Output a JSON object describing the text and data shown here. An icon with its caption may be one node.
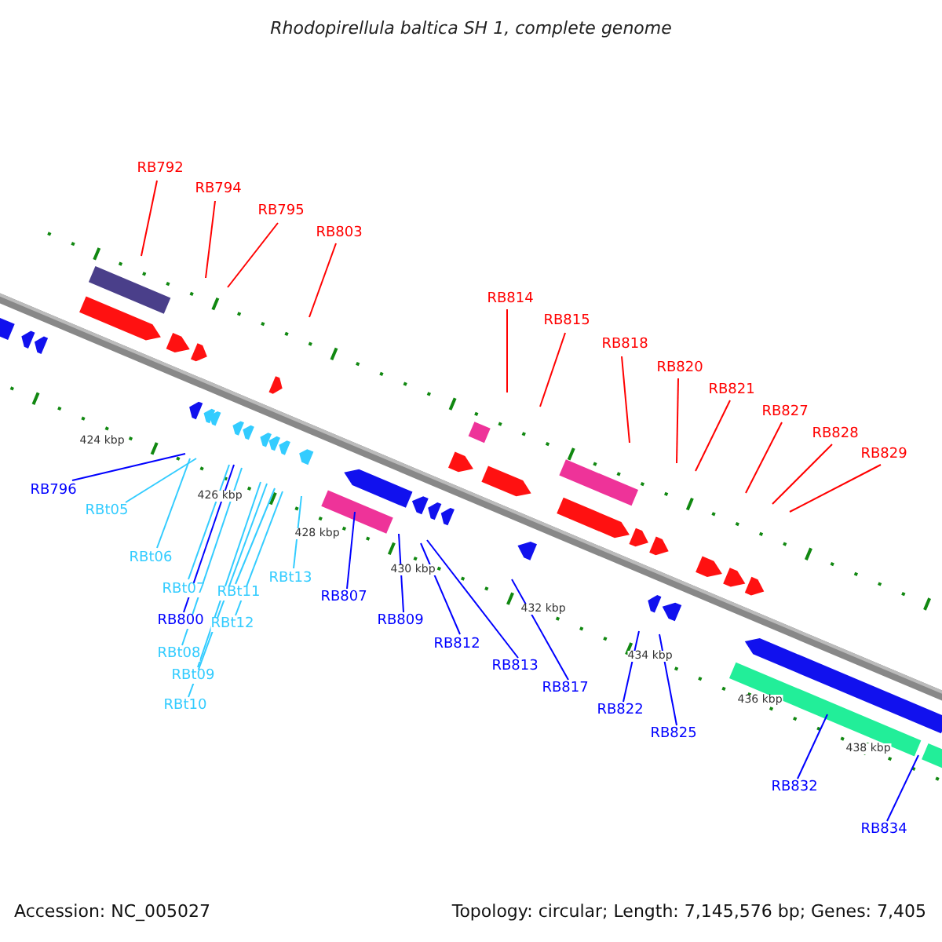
{
  "diagram": {
    "title": "Rhodopirellula baltica SH 1, complete genome",
    "nodes": [
      {
        "text": [
          "RB792"
        ]
      },
      {
        "text": [
          "RB794"
        ]
      },
      {
        "text": [
          "RB795"
        ]
      },
      {
        "text": [
          "RB803"
        ]
      },
      {
        "text": [
          "RB814"
        ]
      },
      {
        "text": [
          "RB815"
        ]
      },
      {
        "text": [
          "RB818"
        ]
      },
      {
        "text": [
          "RB820"
        ]
      },
      {
        "text": [
          "RB821"
        ]
      },
      {
        "text": [
          "RB827"
        ]
      },
      {
        "text": [
          "RB828"
        ]
      },
      {
        "text": [
          "RB829"
        ]
      },
      {
        "text": [
          "RB796"
        ]
      },
      {
        "text": [
          "RBt05"
        ]
      },
      {
        "text": [
          "RBt06"
        ]
      },
      {
        "text": [
          "RBt07"
        ]
      },
      {
        "text": [
          "RB800"
        ]
      },
      {
        "text": [
          "RBt08"
        ]
      },
      {
        "text": [
          "RBt09"
        ]
      },
      {
        "text": [
          "RBt10"
        ]
      },
      {
        "text": [
          "RBt11"
        ]
      },
      {
        "text": [
          "RBt12"
        ]
      },
      {
        "text": [
          "RBt13"
        ]
      },
      {
        "text": [
          "RB807"
        ]
      },
      {
        "text": [
          "RB809"
        ]
      },
      {
        "text": [
          "RB812"
        ]
      },
      {
        "text": [
          "RB813"
        ]
      },
      {
        "text": [
          "RB817"
        ]
      },
      {
        "text": [
          "RB822"
        ]
      },
      {
        "text": [
          "RB825"
        ]
      },
      {
        "text": [
          "RB832"
        ]
      },
      {
        "text": [
          "RB834"
        ]
      }
    ],
    "edges": [
      {
        "from": 0,
        "to": null,
        "arrow": "none"
      },
      {
        "from": 1,
        "to": null,
        "arrow": "none"
      },
      {
        "from": 2,
        "to": null,
        "arrow": "none"
      },
      {
        "from": 3,
        "to": null,
        "arrow": "none"
      },
      {
        "from": 4,
        "to": null,
        "arrow": "none"
      },
      {
        "from": 5,
        "to": null,
        "arrow": "none"
      },
      {
        "from": 6,
        "to": null,
        "arrow": "none"
      },
      {
        "from": 7,
        "to": null,
        "arrow": "none"
      },
      {
        "from": 8,
        "to": null,
        "arrow": "none"
      },
      {
        "from": 9,
        "to": null,
        "arrow": "none"
      },
      {
        "from": 10,
        "to": null,
        "arrow": "none"
      },
      {
        "from": 11,
        "to": null,
        "arrow": "none"
      },
      {
        "from": 12,
        "to": null,
        "arrow": "none",
        "color": "#0000ff"
      },
      {
        "from": 13,
        "to": null,
        "arrow": "none",
        "color": "#33ccff"
      },
      {
        "from": 14,
        "to": null,
        "arrow": "none",
        "color": "#33ccff"
      },
      {
        "from": 15,
        "to": null,
        "arrow": "none",
        "color": "#33ccff"
      },
      {
        "from": 16,
        "to": null,
        "arrow": "none",
        "color": "#0000ff"
      },
      {
        "from": 17,
        "to": null,
        "arrow": "none",
        "color": "#33ccff"
      },
      {
        "from": 18,
        "to": null,
        "arrow": "none",
        "color": "#33ccff"
      },
      {
        "from": 19,
        "to": null,
        "arrow": "none",
        "color": "#33ccff"
      },
      {
        "from": 20,
        "to": null,
        "arrow": "none",
        "color": "#33ccff"
      },
      {
        "from": 21,
        "to": null,
        "arrow": "none",
        "color": "#33ccff"
      },
      {
        "from": 22,
        "to": null,
        "arrow": "none",
        "color": "#33ccff"
      },
      {
        "from": 23,
        "to": null,
        "arrow": "none",
        "color": "#0000ff"
      },
      {
        "from": 24,
        "to": null,
        "arrow": "none",
        "color": "#0000ff"
      },
      {
        "from": 25,
        "to": null,
        "arrow": "none",
        "color": "#0000ff"
      },
      {
        "from": 26,
        "to": null,
        "arrow": "none",
        "color": "#0000ff"
      },
      {
        "from": 27,
        "to": null,
        "arrow": "none",
        "color": "#0000ff"
      },
      {
        "from": 28,
        "to": null,
        "arrow": "none",
        "color": "#0000ff"
      },
      {
        "from": 29,
        "to": null,
        "arrow": "none",
        "color": "#0000ff"
      },
      {
        "from": 30,
        "to": null,
        "arrow": "none",
        "color": "#0000ff"
      },
      {
        "from": 31,
        "to": null,
        "arrow": "none",
        "color": "#0000ff"
      }
    ],
    "labels": [
      "424 kbp",
      "426 kbp",
      "428 kbp",
      "430 kbp",
      "432 kbp",
      "434 kbp",
      "436 kbp",
      "438 kbp",
      "Accession: NC_005027",
      "Topology: circular; Length: 7,145,576 bp; Genes: 7,405"
    ]
  }
}
